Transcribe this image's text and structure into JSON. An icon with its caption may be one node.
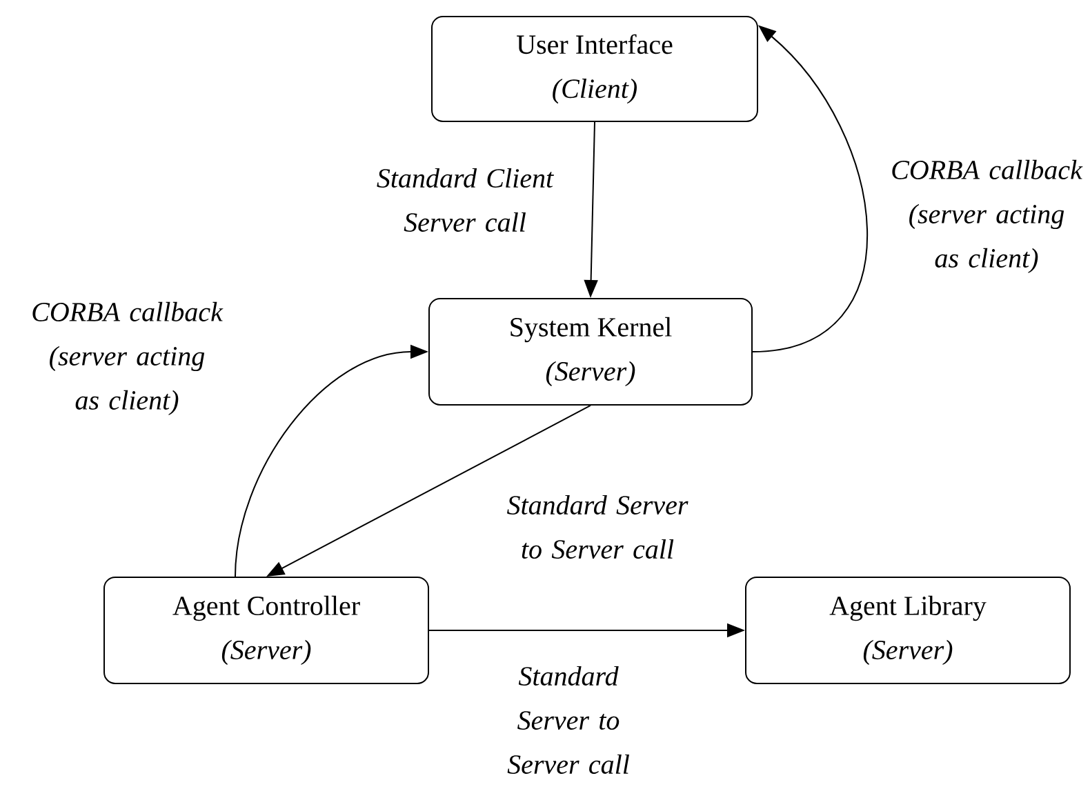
{
  "diagram": {
    "nodes": [
      {
        "text": [
          "User Interface",
          "(Client)"
        ]
      },
      {
        "text": [
          "System Kernel",
          "(Server)"
        ]
      },
      {
        "text": [
          "Agent Controller",
          "(Server)"
        ]
      },
      {
        "text": [
          "Agent Library",
          "(Server)"
        ]
      }
    ],
    "edges": [
      {
        "from": 0,
        "to": 1,
        "arrow": "to",
        "label": "Standard Client Server call"
      },
      {
        "from": 1,
        "to": 0,
        "arrow": "to",
        "label": "CORBA callback (server acting as client)"
      },
      {
        "from": 2,
        "to": 1,
        "arrow": "to",
        "label": "CORBA callback (server acting as client)"
      },
      {
        "from": 1,
        "to": 2,
        "arrow": "to",
        "label": "Standard Server to Server call"
      },
      {
        "from": 2,
        "to": 3,
        "arrow": "to",
        "label": "Standard Server to Server call"
      }
    ]
  }
}
